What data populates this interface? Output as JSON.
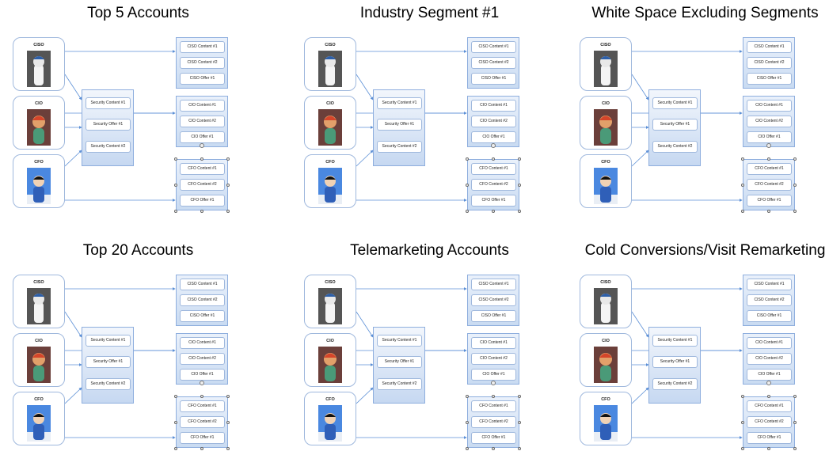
{
  "labels": {
    "ciso": "CISO",
    "cio": "CIO",
    "cfo": "CFO",
    "security_content_1": "Security Content #1",
    "security_offer_1": "Security Offer #1",
    "security_content_2": "Security Content #2",
    "ciso_content_1": "CISO Content #1",
    "ciso_content_2": "CISO Content #2",
    "ciso_offer_1": "CISO Offer #1",
    "cio_content_1": "CIO Content #1",
    "cio_content_2": "CIO Content #2",
    "cio_offer_1": "CIO Offer #1",
    "cfo_content_1": "CFO Content #1",
    "cfo_content_2": "CFO Content #2",
    "cfo_offer_1": "CFO Offer #1"
  },
  "panels": [
    {
      "title": "Top 5 Accounts"
    },
    {
      "title": "Industry Segment #1"
    },
    {
      "title": "White Space Excluding Segments"
    },
    {
      "title": "Top 20 Accounts"
    },
    {
      "title": "Telemarketing Accounts"
    },
    {
      "title": "Cold Conversions/Visit Remarketing"
    }
  ],
  "colors": {
    "box_border": "#8eaede",
    "connector": "#5b8fd6",
    "panel_fill_top": "#eaf1fb",
    "panel_fill_bottom": "#c9dbf2"
  }
}
